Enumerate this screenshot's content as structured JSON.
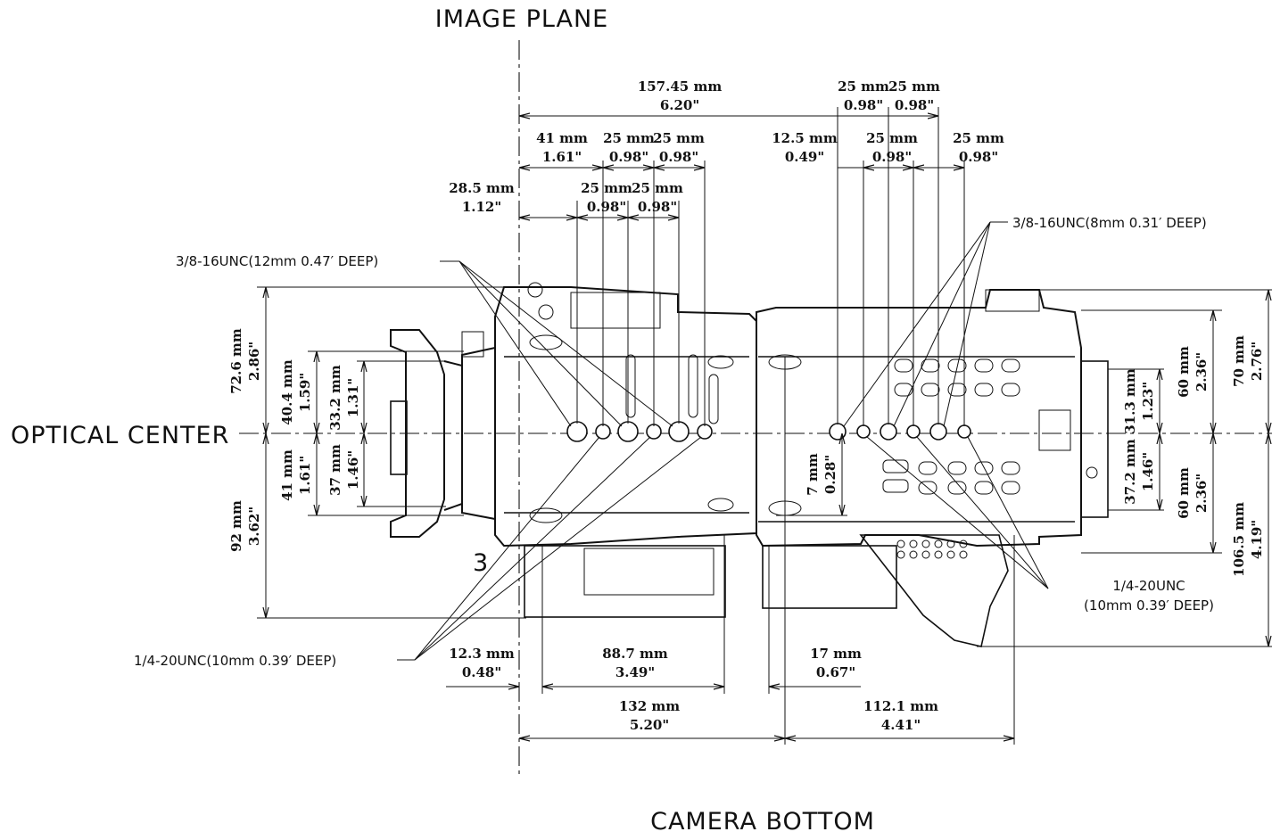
{
  "headings": {
    "image_plane": "IMAGE PLANE",
    "optical_center": "OPTICAL CENTER",
    "camera_bottom": "CAMERA BOTTOM"
  },
  "callouts": {
    "top_left": "3/8-16UNC(12mm 0.47′ DEEP)",
    "top_right": "3/8-16UNC(8mm 0.31′ DEEP)",
    "bottom_left": "1/4-20UNC(10mm 0.39′ DEEP)",
    "bottom_right_1": "1/4-20UNC",
    "bottom_right_2": "(10mm 0.39′ DEEP)"
  },
  "dimensions": {
    "overall_top": [
      "157.45 mm",
      "6.20\""
    ],
    "d41": [
      "41 mm",
      "1.61\""
    ],
    "d25a": [
      "25 mm",
      "0.98\""
    ],
    "d25b": [
      "25 mm",
      "0.98\""
    ],
    "d28_5": [
      "28.5 mm",
      "1.12\""
    ],
    "d25c": [
      "25 mm",
      "0.98\""
    ],
    "d25d": [
      "25 mm",
      "0.98\""
    ],
    "d12_5": [
      "12.5 mm",
      "0.49\""
    ],
    "d25e": [
      "25 mm",
      "0.98\""
    ],
    "d25f": [
      "25 mm",
      "0.98\""
    ],
    "d25g": [
      "25 mm",
      "0.98\""
    ],
    "d25h": [
      "25 mm",
      "0.98\""
    ],
    "v72_6": [
      "72.6 mm",
      "2.86\""
    ],
    "v40_4": [
      "40.4 mm",
      "1.59\""
    ],
    "v33_2": [
      "33.2 mm",
      "1.31\""
    ],
    "v41": [
      "41 mm",
      "1.61\""
    ],
    "v37": [
      "37 mm",
      "1.46\""
    ],
    "v92": [
      "92 mm",
      "3.62\""
    ],
    "v7": [
      "7 mm",
      "0.28\""
    ],
    "v60a": [
      "60 mm",
      "2.36\""
    ],
    "v70": [
      "70 mm",
      "2.76\""
    ],
    "v31_3": [
      "31.3 mm",
      "1.23\""
    ],
    "v37_2": [
      "37.2 mm",
      "1.46\""
    ],
    "v60b": [
      "60 mm",
      "2.36\""
    ],
    "v106_5": [
      "106.5 mm",
      "4.19\""
    ],
    "b12_3": [
      "12.3 mm",
      "0.48\""
    ],
    "b88_7": [
      "88.7 mm",
      "3.49\""
    ],
    "b17": [
      "17 mm",
      "0.67\""
    ],
    "b132": [
      "132 mm",
      "5.20\""
    ],
    "b112_1": [
      "112.1 mm",
      "4.41\""
    ]
  },
  "badge_number": "3"
}
